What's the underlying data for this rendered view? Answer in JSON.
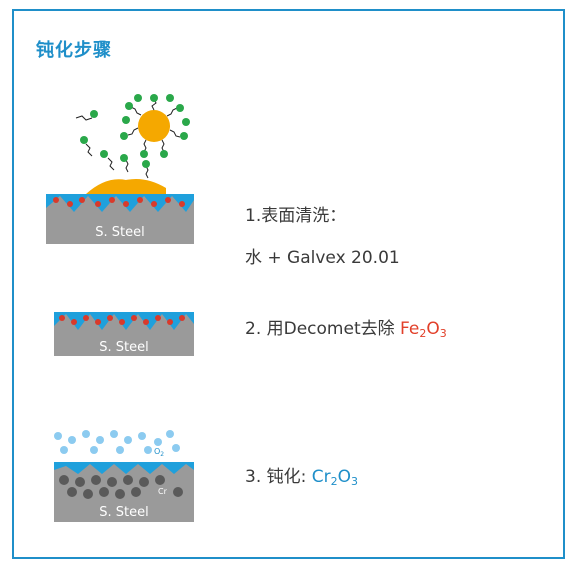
{
  "title": "钝化步骤",
  "material_label": "S. Steel",
  "steps": [
    {
      "text": "1.表面清洗：",
      "line2": "水 + Galvex 20.01"
    },
    {
      "prefix": "2. 用Decomet去除 ",
      "compound_base": "Fe",
      "sub1": "2",
      "mid": "O",
      "sub2": "3"
    },
    {
      "prefix": "3. 钝化: ",
      "compound_base": "Cr",
      "sub1": "2",
      "mid": "O",
      "sub2": "3"
    }
  ],
  "molecule_labels": {
    "oxygen_base": "O",
    "oxygen_sub": "2",
    "chromium": "Cr"
  },
  "colors": {
    "accent_blue": "#1f8fc9",
    "steel_gray": "#9a9a9a",
    "surface_blue": "#1fa0dc",
    "dirt_orange": "#f5a800",
    "particle_green": "#2aa84a",
    "rust_red": "#d93a2b",
    "oxygen_light_blue": "#8ccbf0",
    "chromium_dark_gray": "#5a5a5a"
  }
}
